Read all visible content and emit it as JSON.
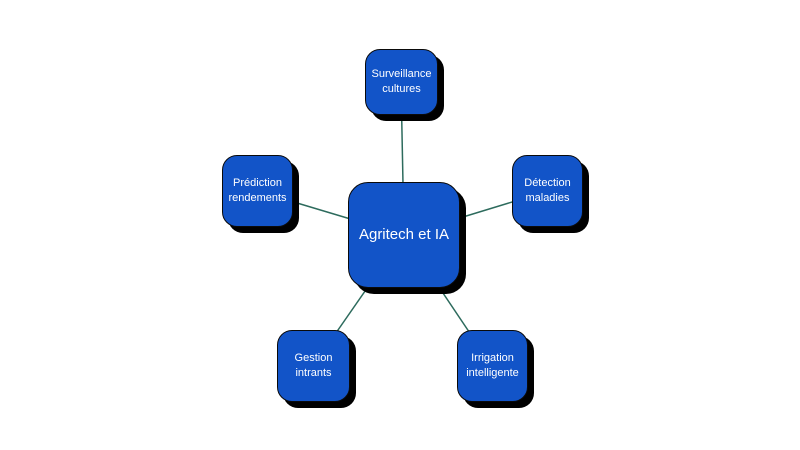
{
  "diagram": {
    "center": {
      "id": "agritech-et-ia",
      "label": "Agritech et IA"
    },
    "nodes": [
      {
        "id": "surveillance-cultures",
        "label": "Surveillance\ncultures",
        "position": "top"
      },
      {
        "id": "prediction-rendements",
        "label": "Prédiction\nrendements",
        "position": "left"
      },
      {
        "id": "detection-maladies",
        "label": "Détection\nmaladies",
        "position": "right"
      },
      {
        "id": "gestion-intrants",
        "label": "Gestion\nintrants",
        "position": "bottom-left"
      },
      {
        "id": "irrigation-intelligente",
        "label": "Irrigation\nintelligente",
        "position": "bottom-right"
      }
    ],
    "colors": {
      "node_fill": "#1254c8",
      "node_border": "#0a0a0a",
      "node_text": "#ffffff",
      "connector": "#2d6b5d",
      "shadow": "#000000",
      "background": "#ffffff"
    }
  }
}
